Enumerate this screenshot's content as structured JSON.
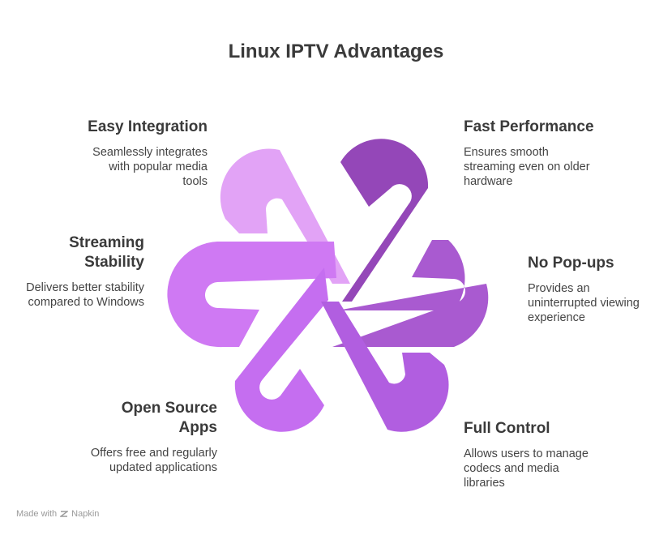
{
  "title": "Linux IPTV Advantages",
  "colors": {
    "easy_integration": "#e2a3f6",
    "fast_performance": "#9447b8",
    "streaming_stability": "#cf79f3",
    "no_popups": "#a95ad0",
    "open_source_apps": "#c56ef0",
    "full_control": "#b15ee0"
  },
  "items": {
    "easy_integration": {
      "heading": "Easy Integration",
      "desc": [
        "Seamlessly integrates",
        "with popular media",
        "tools"
      ]
    },
    "fast_performance": {
      "heading": "Fast Performance",
      "desc": [
        "Ensures smooth",
        "streaming even on older",
        "hardware"
      ]
    },
    "streaming_stability": {
      "heading": [
        "Streaming",
        "Stability"
      ],
      "desc": [
        "Delivers better stability",
        "compared to Windows"
      ]
    },
    "no_popups": {
      "heading": "No Pop-ups",
      "desc": [
        "Provides an",
        "uninterrupted viewing",
        "experience"
      ]
    },
    "open_source_apps": {
      "heading": [
        "Open Source",
        "Apps"
      ],
      "desc": [
        "Offers free and regularly",
        "updated applications"
      ]
    },
    "full_control": {
      "heading": "Full Control",
      "desc": [
        "Allows users to manage",
        "codecs and media",
        "libraries"
      ]
    }
  },
  "footer": {
    "prefix": "Made with",
    "brand": "Napkin",
    "icon": "napkin-logo-icon"
  }
}
